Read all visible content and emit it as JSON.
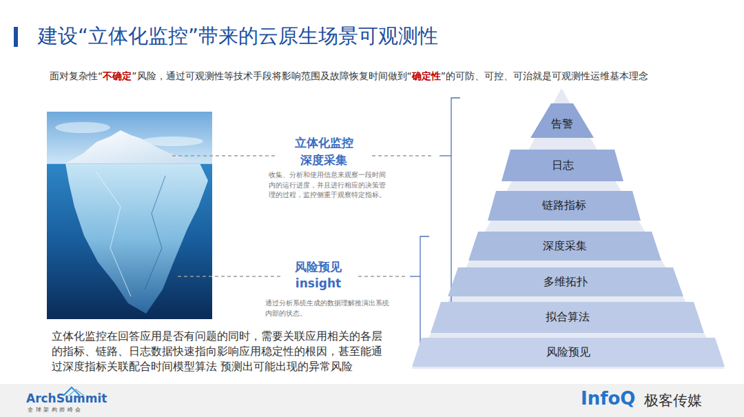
{
  "diagram": {
    "title": "建设“立体化监控”带来的云原生场景可观测性",
    "nodes": [
      {
        "text": [
          "告警"
        ]
      },
      {
        "text": [
          "日志"
        ]
      },
      {
        "text": [
          "链路指标"
        ]
      },
      {
        "text": [
          "深度采集"
        ]
      },
      {
        "text": [
          "多维拓扑"
        ]
      },
      {
        "text": [
          "拟合算法"
        ]
      },
      {
        "text": [
          "风险预见"
        ]
      }
    ],
    "labels": [
      "面对复杂性“",
      "不确定",
      "”风险，通过可观测性等技术手段将影响范围及故障恢复时间做到“",
      "确定性",
      "”的可防、可控、可治就是可观测性运维基本理念",
      "立体化监控",
      "深度采集",
      "收集、分析和使用信息来观察一段时间内的运行进度，并且进行相应的决策管理的过程，监控侧重于观察特定指标。",
      "风险预见",
      "insight",
      "通过分析系统生成的数据理解推演出系统内部的状态。",
      "立体化监控在回答应用是否有问题的同时，需要关联应用相关的各层的指标、链路、日志数据快速指向影响应用稳定性的根因，甚至能通过深度指标关联配合时间模型算法 预测出可能出现的异常风险",
      "ArchSummit",
      "全球架构师峰会",
      "InfoQ",
      "极客传媒"
    ]
  }
}
